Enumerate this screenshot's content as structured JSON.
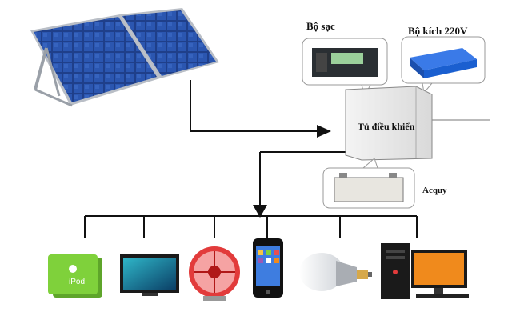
{
  "labels": {
    "charger": "Bộ sạc",
    "inverter": "Bộ kích 220V",
    "control_cabinet": "Tủ điều khiển",
    "battery": "Acquy",
    "ipod": "iPod"
  },
  "colors": {
    "line": "#111111",
    "panel_cell": "#1f3f8a",
    "panel_frame": "#b9bec6",
    "inverter_blue": "#1a5fd0",
    "charger_dark": "#2a2f33",
    "ipod_green": "#7fd13b",
    "fan_red": "#e23b3b",
    "pc_orange": "#f08a1c"
  },
  "devices": [
    "ipod-icon",
    "tv-icon",
    "fan-icon",
    "smartphone-icon",
    "led-bulb-icon",
    "desktop-computer-icon"
  ]
}
